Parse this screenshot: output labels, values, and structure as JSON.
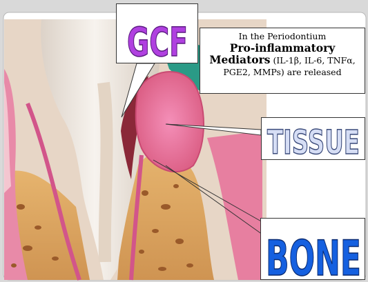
{
  "labels": {
    "gcf": "GCF",
    "tissue": "TISSUE",
    "bone": "BONE"
  },
  "callout": {
    "line1": "In the Periodontium",
    "line2": "Pro-inflammatory",
    "line3_bold": "Mediators",
    "line3_rest": " (IL-1β, IL-6, TNFα,",
    "line4": "PGE2, MMPs) are released"
  },
  "colors": {
    "slide_background": "#d9d9d9",
    "bone": "#d9a060",
    "gingiva": "#e0708c",
    "inflamed_tissue": "#f07aa0",
    "tooth": "#f2ece6",
    "calculus": "#2a9a86",
    "gcf_text": "#b040e0",
    "tissue_text": "#c8d4f0",
    "bone_text": "#1560e0"
  }
}
